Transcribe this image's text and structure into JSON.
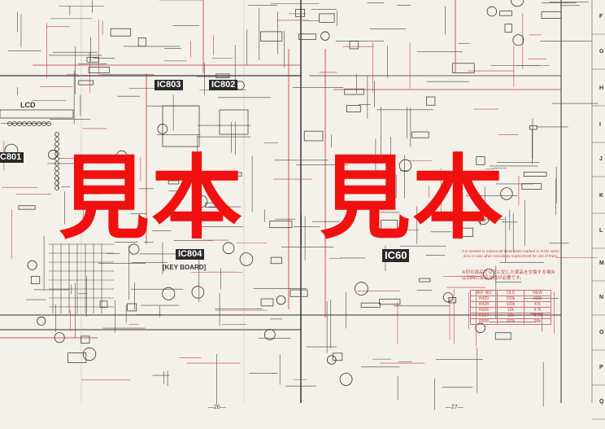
{
  "ic_labels": {
    "ic803": "IC803",
    "ic802": "IC802",
    "ic801": "C801",
    "ic804": "IC804",
    "ic60x": "IC60"
  },
  "labels": {
    "lcd": "LCD",
    "keyboard": "[KEY BOARD]"
  },
  "watermark": [
    "見本",
    "見本"
  ],
  "watermark_color": "#f01010",
  "row_letters": [
    "F",
    "G",
    "H",
    "I",
    "J",
    "K",
    "L",
    "M",
    "N",
    "O",
    "P",
    "Q"
  ],
  "parts_note": {
    "english": "It is needed to replace all these parts marked ※ at the same time in case when necessary replacement for one of them.",
    "japanese": "※印の部品で以下に記した部品を交換する場合は同時に部品交換が必要です。",
    "table": {
      "headers": [
        "REF. NO.",
        "OLD",
        "NEW"
      ],
      "rows": [
        [
          "R420",
          "220k",
          "100k"
        ],
        [
          "R428",
          "100k",
          "47k"
        ],
        [
          "R606",
          "10k",
          "4.7k"
        ],
        [
          "R607",
          "10k",
          "4.7k"
        ],
        [
          "R608",
          "100k",
          "56k"
        ]
      ]
    }
  },
  "page_numbers": [
    "—26—",
    "—27—"
  ]
}
